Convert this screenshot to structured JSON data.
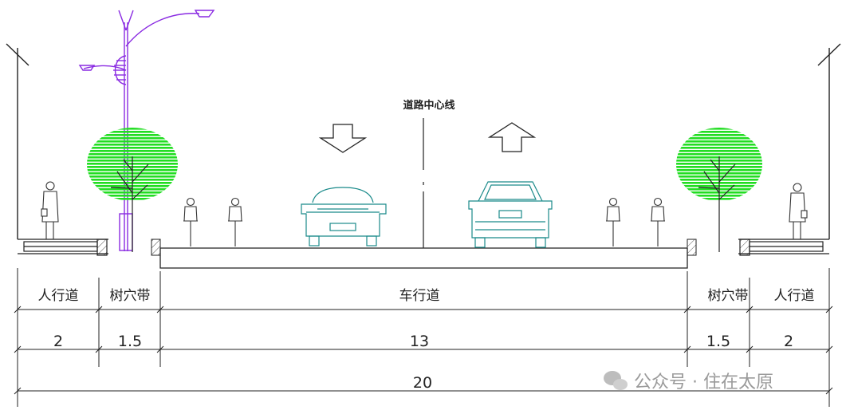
{
  "centerline_label": "道路中心线",
  "zones": [
    {
      "name": "人行道",
      "width": "2"
    },
    {
      "name": "树穴带",
      "width": "1.5"
    },
    {
      "name": "车行道",
      "width": "13"
    },
    {
      "name": "树穴带",
      "width": "1.5"
    },
    {
      "name": "人行道",
      "width": "2"
    }
  ],
  "total_width": "20",
  "watermark": "公众号 · 住在太原",
  "colors": {
    "tree": "#22dd22",
    "lamp": "#8a2be2",
    "car": "#1a8a8a",
    "line": "#222222"
  }
}
